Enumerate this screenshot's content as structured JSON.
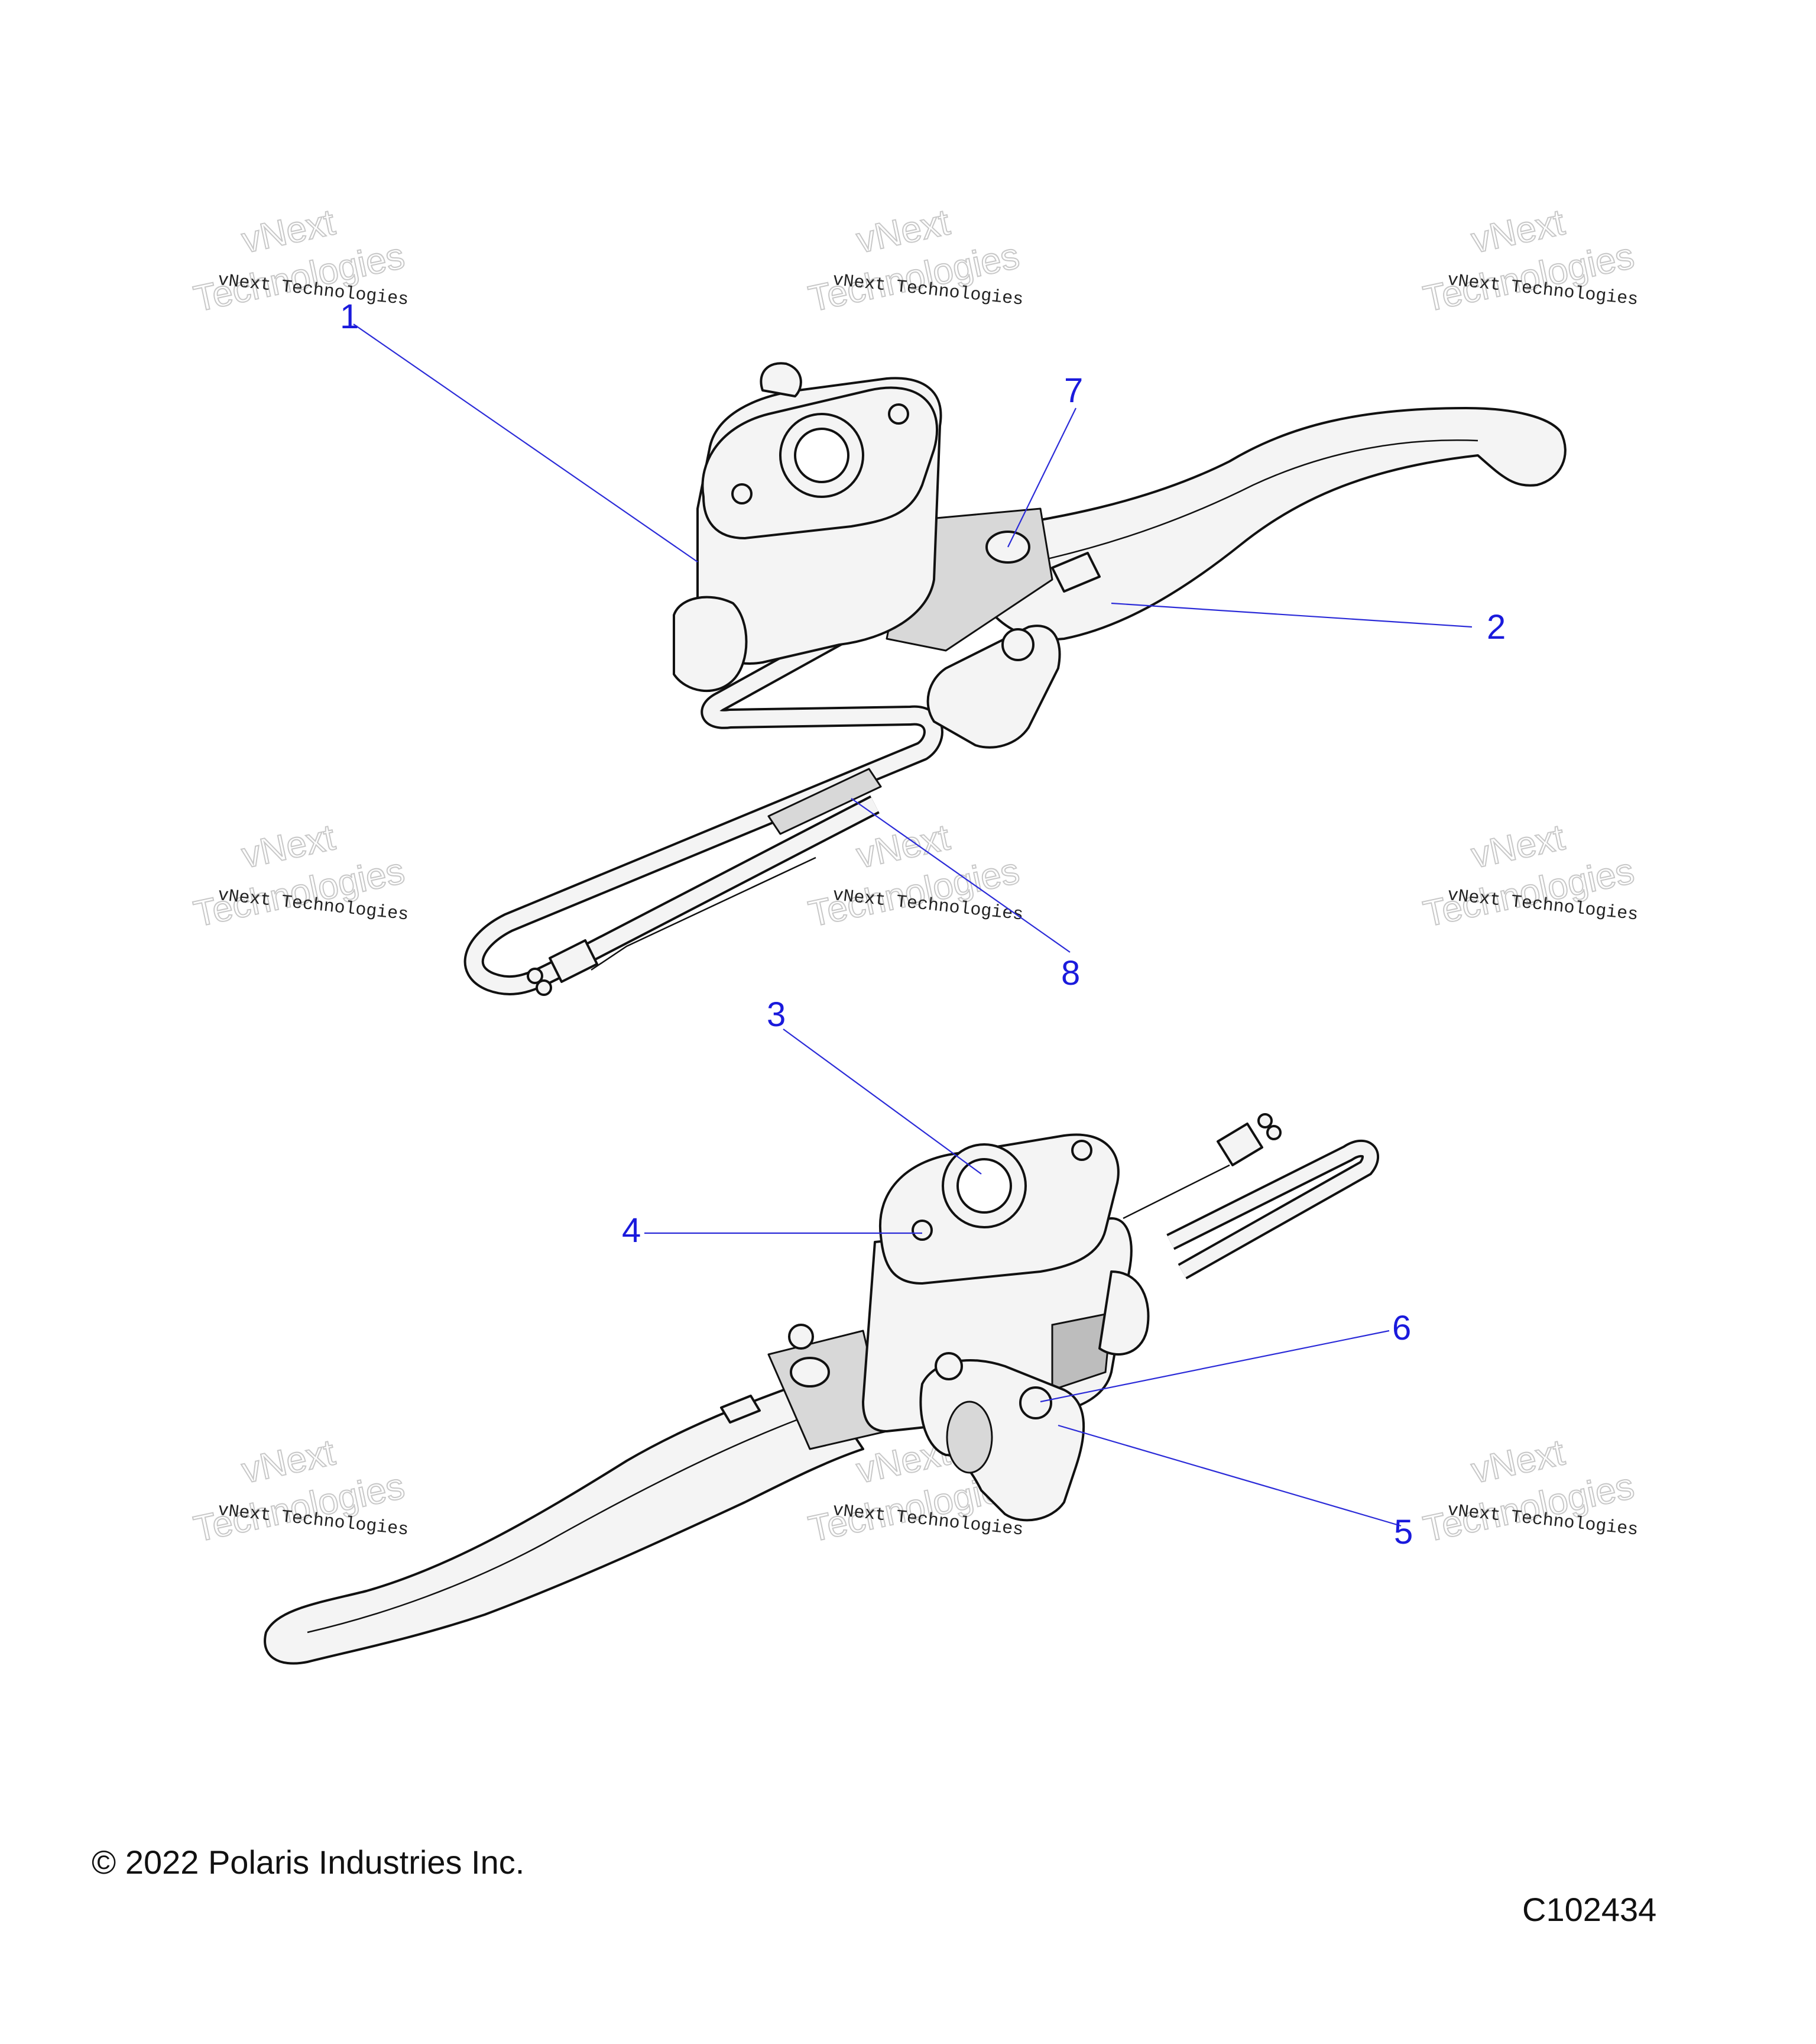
{
  "callouts": {
    "c1": "1",
    "c2": "2",
    "c3": "3",
    "c4": "4",
    "c5": "5",
    "c6": "6",
    "c7": "7",
    "c8": "8"
  },
  "watermark": {
    "small": "vNext Technologies",
    "large_line1": "vNext",
    "large_line2": "Technologies"
  },
  "footer": {
    "copyright": "© 2022 Polaris Industries Inc.",
    "diagram_code": "C102434"
  },
  "colors": {
    "callout": "#1a1adc",
    "leader": "#2b2bd8"
  }
}
